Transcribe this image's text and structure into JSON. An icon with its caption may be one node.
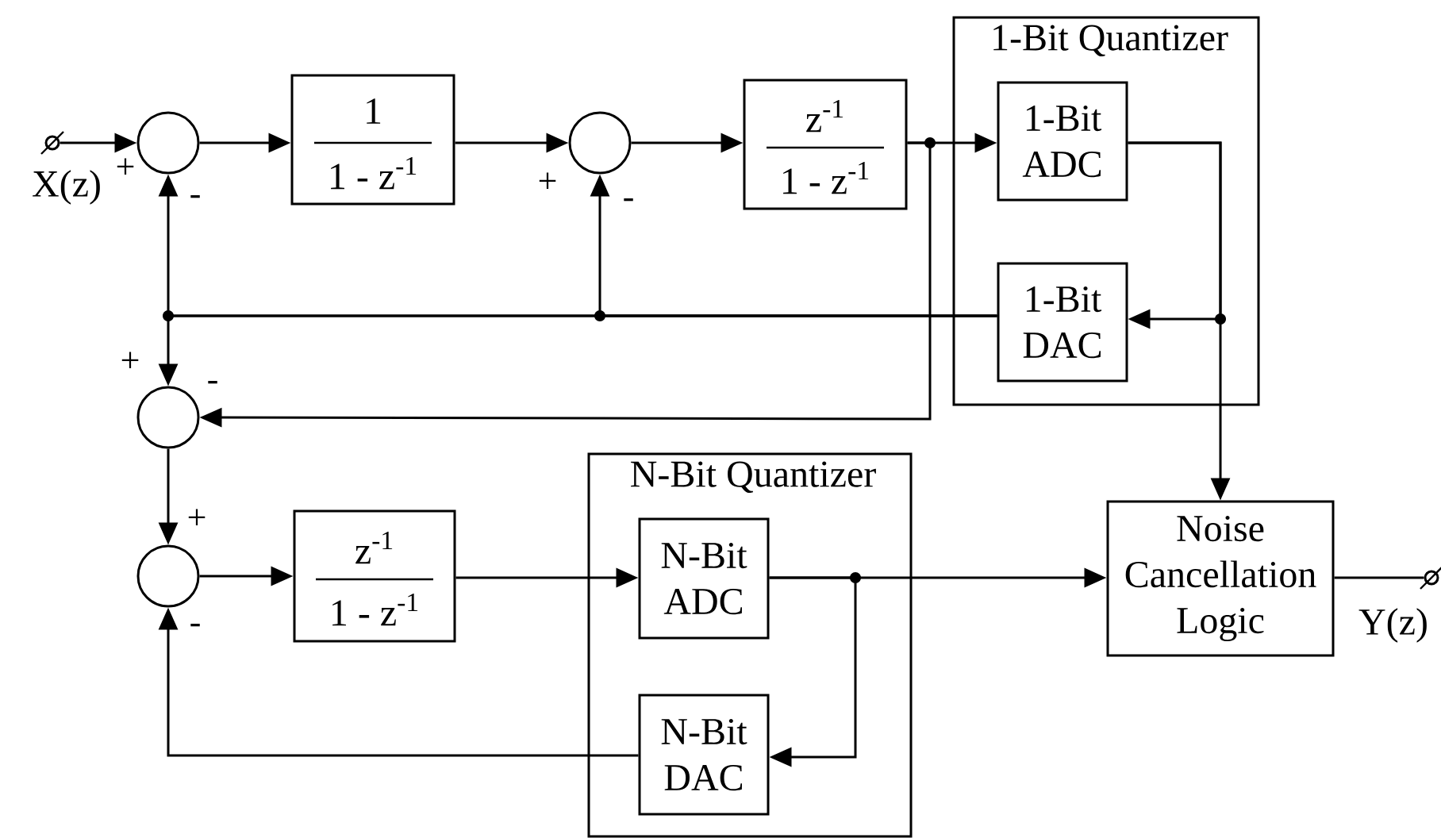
{
  "diagram": {
    "nodes": [
      {
        "text": [],
        "shape": "circle"
      },
      {
        "text": [],
        "shape": "circle"
      },
      {
        "text": [
          "1",
          "1 - z$^{-1}$"
        ]
      },
      {
        "text": [],
        "shape": "circle"
      },
      {
        "text": [
          "z$^{-1}$",
          "1 - z$^{-1}$"
        ]
      },
      {
        "text": [
          "1-Bit Quantizer"
        ]
      },
      {
        "text": [
          "1-Bit ADC"
        ],
        "in": 5
      },
      {
        "text": [
          "1-Bit DAC"
        ],
        "in": 5
      },
      {
        "text": [],
        "shape": "circle"
      },
      {
        "text": [],
        "shape": "circle"
      },
      {
        "text": [
          "z$^{-1}$",
          "1 - z$^{-1}$"
        ]
      },
      {
        "text": [
          "N-Bit Quantizer"
        ]
      },
      {
        "text": [
          "N-Bit ADC"
        ],
        "in": 11
      },
      {
        "text": [
          "N-Bit DAC"
        ],
        "in": 11
      },
      {
        "text": [
          "Noise Cancellation Logic"
        ]
      },
      {
        "text": [],
        "shape": "circle"
      }
    ],
    "edges": [
      {
        "from": 0,
        "to": 1,
        "arrow": "to"
      },
      {
        "from": 1,
        "to": 2,
        "arrow": "to"
      },
      {
        "from": 2,
        "to": 3,
        "arrow": "to"
      },
      {
        "from": 3,
        "to": 4,
        "arrow": "to"
      },
      {
        "from": 4,
        "to": 6,
        "arrow": "to"
      },
      {
        "from": 4,
        "to": 8,
        "arrow": "to"
      },
      {
        "from": 6,
        "to": 7,
        "arrow": "to"
      },
      {
        "from": 6,
        "to": 14,
        "arrow": "to"
      },
      {
        "from": 7,
        "to": 1,
        "arrow": "to"
      },
      {
        "from": 7,
        "to": 3,
        "arrow": "to"
      },
      {
        "from": 7,
        "to": 8,
        "arrow": "to"
      },
      {
        "from": 8,
        "to": 9,
        "arrow": "to"
      },
      {
        "from": 9,
        "to": 10,
        "arrow": "to"
      },
      {
        "from": 10,
        "to": 12,
        "arrow": "to"
      },
      {
        "from": 12,
        "to": 14,
        "arrow": "to"
      },
      {
        "from": 12,
        "to": 13,
        "arrow": "to"
      },
      {
        "from": 13,
        "to": 9,
        "arrow": "to"
      },
      {
        "from": 14,
        "to": 15,
        "arrow": "none"
      }
    ],
    "labels": [
      "X(z)",
      "+",
      "-",
      "+",
      "-",
      "+",
      "-",
      "+",
      "-",
      "Y(z)"
    ]
  }
}
